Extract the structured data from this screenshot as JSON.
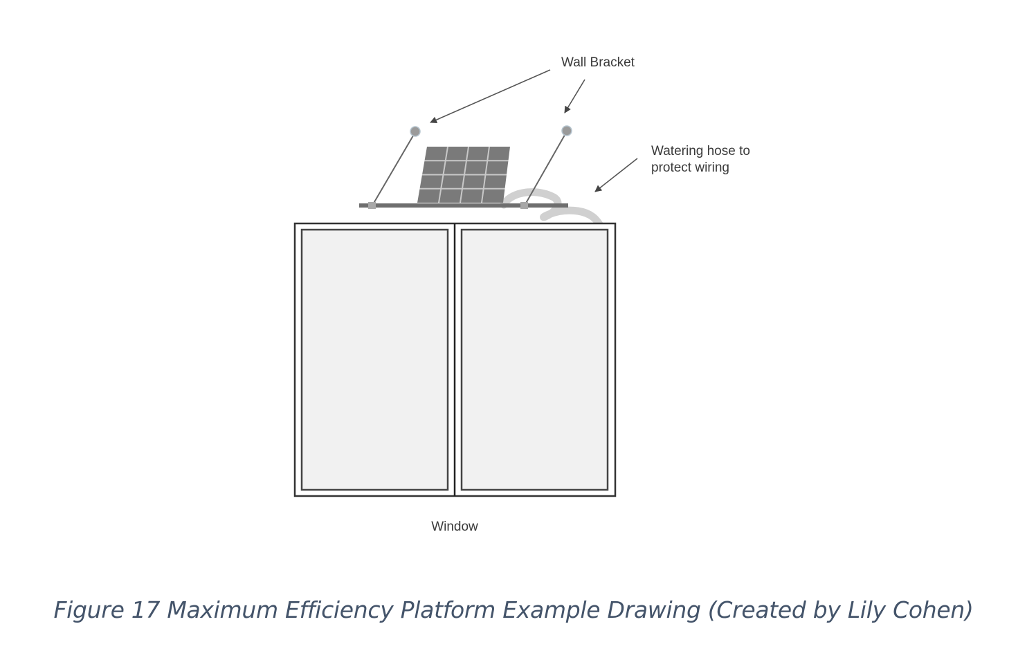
{
  "diagram": {
    "labels": {
      "wall_bracket": "Wall Bracket",
      "hose_line1": "Watering hose to",
      "hose_line2": "protect wiring",
      "window": "Window"
    },
    "components": {
      "solar_panel": {
        "cell_rows": 4,
        "cell_cols": 4
      },
      "window_panes": 2,
      "wall_brackets": 2
    },
    "colors": {
      "line": "#555555",
      "panel": "#7a7a7a",
      "panel_grid": "#c8c8c8",
      "bracket_dot": "#9a9a9a",
      "hose": "#d0d0d0",
      "glass": "#f1f1f1",
      "frame": "#333333"
    }
  },
  "caption": "Figure 17 Maximum Efficiency Platform Example Drawing (Created by Lily Cohen)"
}
